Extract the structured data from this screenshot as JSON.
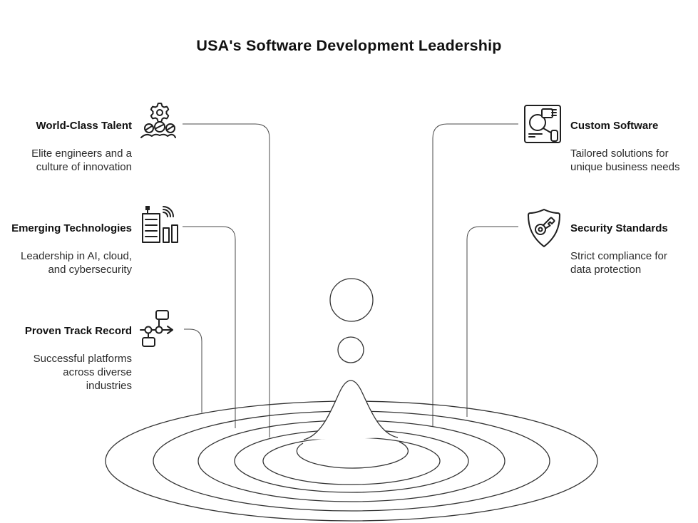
{
  "title": "USA's Software Development Leadership",
  "colors": {
    "ink": "#1a1a1a",
    "line": "#4a4a4a",
    "background": "#ffffff"
  },
  "illustration": {
    "name": "water-drop-ripple"
  },
  "items": {
    "left": [
      {
        "label": "World-Class Talent",
        "description": "Elite engineers and a\nculture of innovation",
        "icon": "gear-team-icon"
      },
      {
        "label": "Emerging Technologies",
        "description": "Leadership in AI, cloud,\nand cybersecurity",
        "icon": "smart-building-icon"
      },
      {
        "label": "Proven Track Record",
        "description": "Successful platforms\nacross diverse\nindustries",
        "icon": "flowchart-timeline-icon"
      }
    ],
    "right": [
      {
        "label": "Custom Software",
        "description": "Tailored solutions for\nunique business needs",
        "icon": "blueprint-document-icon"
      },
      {
        "label": "Security Standards",
        "description": "Strict compliance for\ndata protection",
        "icon": "shield-key-icon"
      }
    ]
  }
}
